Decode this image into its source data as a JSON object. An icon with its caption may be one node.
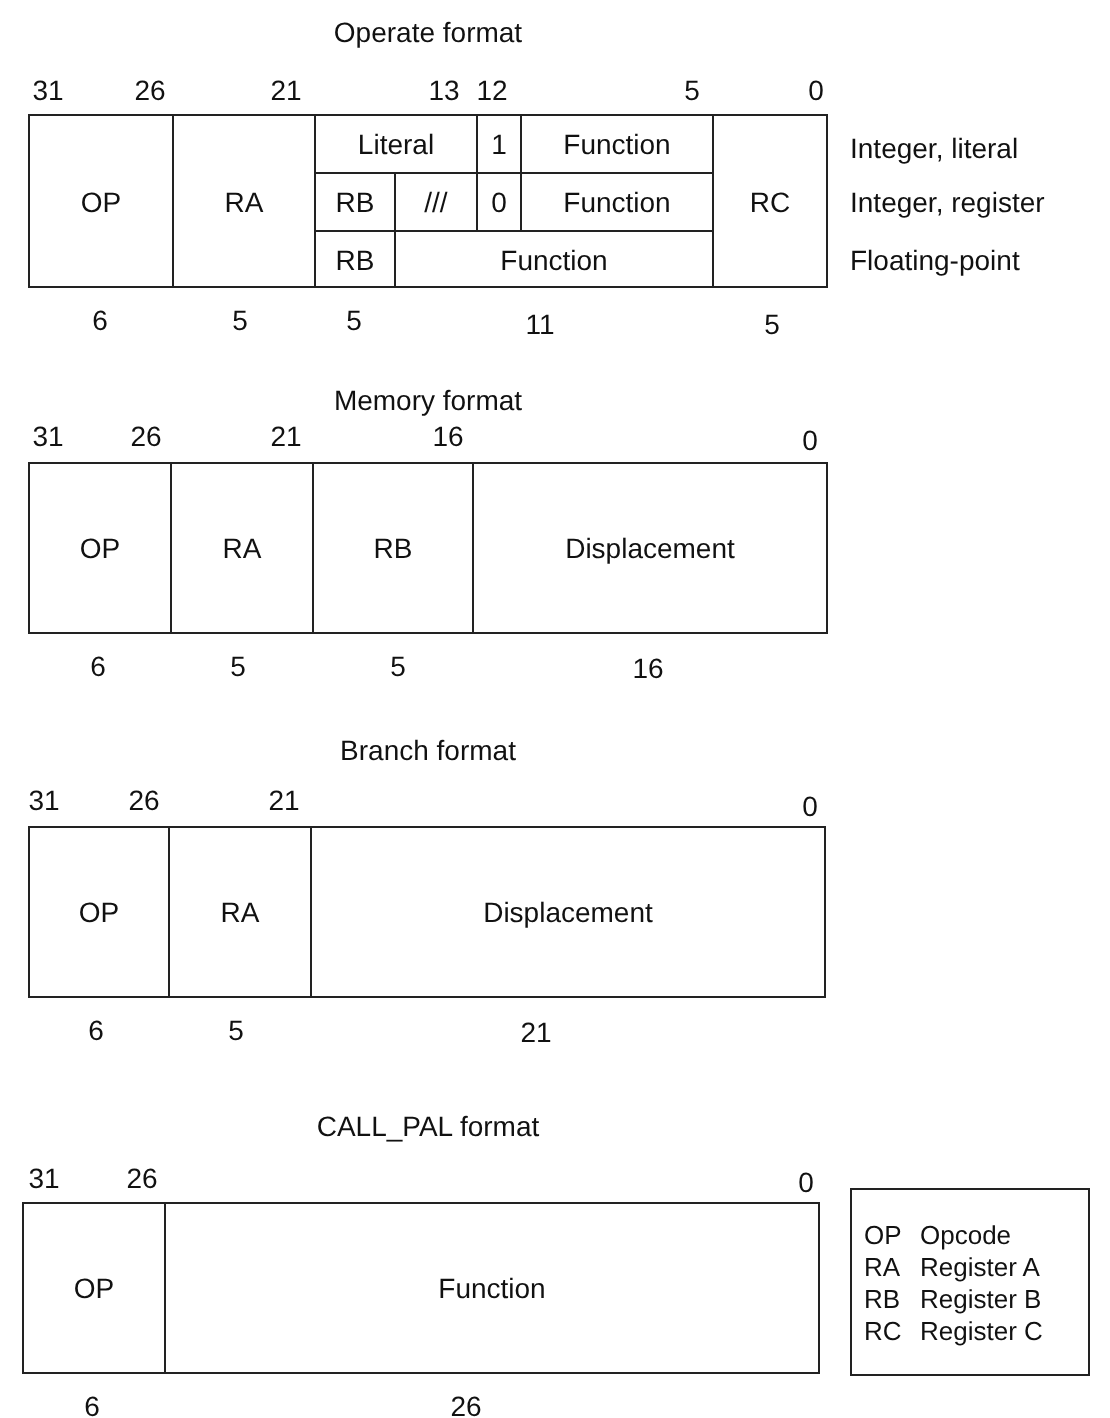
{
  "diagram": {
    "nodes": [
      {
        "text": [
          "OP"
        ]
      },
      {
        "text": [
          "RA"
        ]
      },
      {
        "text": [
          "Literal"
        ]
      },
      {
        "text": [
          "1"
        ]
      },
      {
        "text": [
          "Function"
        ]
      },
      {
        "text": [
          "RC"
        ]
      },
      {
        "text": [
          "RB"
        ]
      },
      {
        "text": [
          "///"
        ]
      },
      {
        "text": [
          "0"
        ]
      },
      {
        "text": [
          "Function"
        ]
      },
      {
        "text": [
          "RB"
        ]
      },
      {
        "text": [
          "Function"
        ]
      },
      {
        "text": [
          "OP"
        ]
      },
      {
        "text": [
          "RA"
        ]
      },
      {
        "text": [
          "RB"
        ]
      },
      {
        "text": [
          "Displacement"
        ]
      },
      {
        "text": [
          "OP"
        ]
      },
      {
        "text": [
          "RA"
        ]
      },
      {
        "text": [
          "Displacement"
        ]
      },
      {
        "text": [
          "OP"
        ]
      },
      {
        "text": [
          "Function"
        ]
      },
      {
        "text": [
          "OP",
          "Opcode",
          "RA",
          "Register A",
          "RB",
          "Register B",
          "RC",
          "Register C"
        ]
      }
    ],
    "labels": [
      "Operate format",
      "31",
      "26",
      "21",
      "13",
      "12",
      "5",
      "0",
      "Integer, literal",
      "Integer, register",
      "Floating-point",
      "6",
      "5",
      "5",
      "11",
      "5",
      "Memory format",
      "31",
      "26",
      "21",
      "16",
      "0",
      "6",
      "5",
      "5",
      "16",
      "Branch format",
      "31",
      "26",
      "21",
      "0",
      "6",
      "5",
      "21",
      "CALL_PAL format",
      "31",
      "26",
      "0",
      "6",
      "26"
    ]
  }
}
